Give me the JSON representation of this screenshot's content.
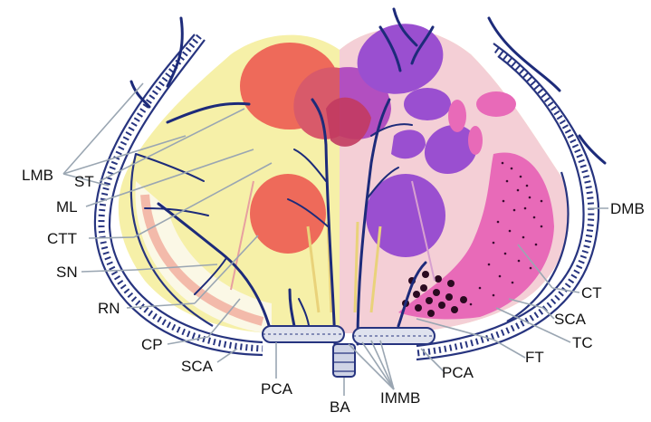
{
  "labels": {
    "lmb": "LMB",
    "st": "ST",
    "ml": "ML",
    "ctt": "CTT",
    "sn": "SN",
    "rn": "RN",
    "cp": "CP",
    "sca_left": "SCA",
    "pca_left": "PCA",
    "ba": "BA",
    "immb": "IMMB",
    "pca_right": "PCA",
    "ft": "FT",
    "tc": "TC",
    "sca_right": "SCA",
    "ct": "CT",
    "dmb": "DMB"
  },
  "colors": {
    "background": "#ffffff",
    "tissue": "#f6f0a8",
    "red_nucleus": "#ee6a5a",
    "purple_nucleus": "#9a4fd0",
    "pink_tract": "#e86ab8",
    "vessel": "#1d2b7a",
    "leader_line": "#9aa6b2"
  }
}
